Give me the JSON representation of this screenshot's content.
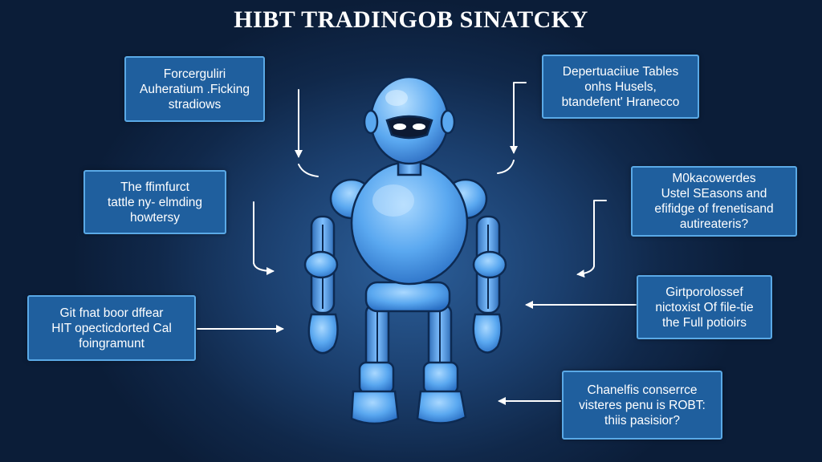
{
  "title": "HIBT TRADINGOB SINATCKY",
  "callouts": [
    {
      "id": "box1",
      "lines": [
        "Forcerguliri",
        "Auheratium .Ficking",
        "stradiows"
      ]
    },
    {
      "id": "box2",
      "lines": [
        "The ffimfurct",
        "tattle ny- elmding",
        "howtersy"
      ]
    },
    {
      "id": "box3",
      "lines": [
        "Git fnat boor dffear",
        "HIT opecticdorted Cal",
        "foingramunt"
      ]
    },
    {
      "id": "box4",
      "lines": [
        "Depertuaciiue Tables",
        "onhs Husels,",
        "btandefent' Hranecco"
      ]
    },
    {
      "id": "box5",
      "lines": [
        "M0kacowerdes",
        "Ustel SEasons and",
        "efifidge of frenetisand",
        "autireateris?"
      ]
    },
    {
      "id": "box6",
      "lines": [
        "Girtporolossef",
        "nictoxist Of file-tie",
        "the Full potioirs"
      ]
    },
    {
      "id": "box7",
      "lines": [
        "Chanelfis conserrce",
        "visteres penu is ROBT:",
        "thiis pasisior?"
      ]
    }
  ],
  "colors": {
    "background": "#10284a",
    "box_fill": "#1f5f9e",
    "box_border": "#5aa9e6",
    "robot_body": "#5aa8f0",
    "arrow": "#ffffff"
  },
  "robot": {
    "icon": "robot-figure"
  }
}
